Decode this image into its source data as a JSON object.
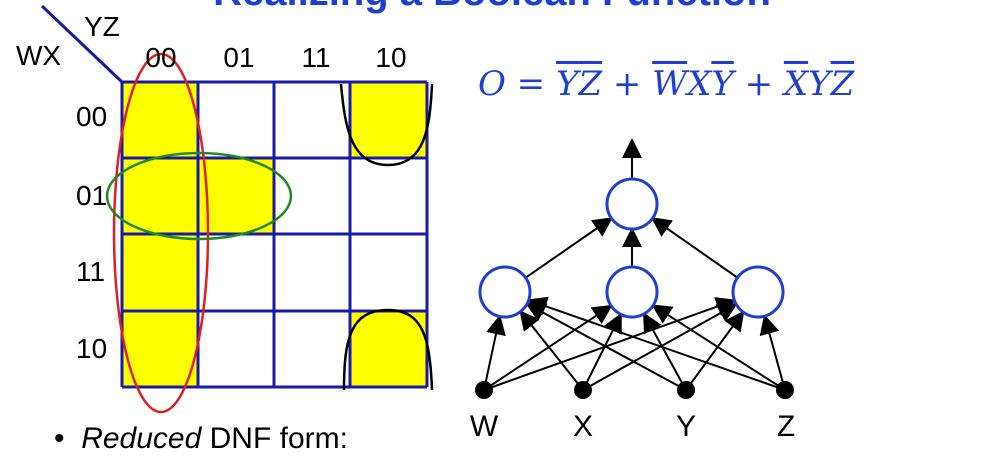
{
  "title": "Realizing a Boolean Function",
  "kmap": {
    "col_var": "YZ",
    "row_var": "WX",
    "col_labels": [
      "00",
      "01",
      "11",
      "10"
    ],
    "row_labels": [
      "00",
      "01",
      "11",
      "10"
    ],
    "filled_cells": [
      [
        0,
        0
      ],
      [
        0,
        3
      ],
      [
        1,
        0
      ],
      [
        1,
        1
      ],
      [
        2,
        0
      ],
      [
        3,
        0
      ],
      [
        3,
        3
      ]
    ],
    "fill_color": "#ffff00",
    "grid_color": "#1a1aa6",
    "group_colors": {
      "column": "#e02020",
      "pair": "#1e8a1e",
      "corners": "#000000"
    }
  },
  "formula": {
    "lhs": "O",
    "terms": [
      {
        "parts": [
          {
            "text": "Y",
            "bar": true
          },
          {
            "text": "Z",
            "bar": true
          }
        ]
      },
      {
        "parts": [
          {
            "text": "W",
            "bar": true
          },
          {
            "text": "X",
            "bar": false
          },
          {
            "text": "Y",
            "bar": true
          }
        ]
      },
      {
        "parts": [
          {
            "text": "X",
            "bar": true
          },
          {
            "text": "Y",
            "bar": false
          },
          {
            "text": "Z",
            "bar": true
          }
        ]
      }
    ],
    "color": "#1f3fd0"
  },
  "network": {
    "inputs": [
      "W",
      "X",
      "Y",
      "Z"
    ],
    "hidden_count": 3,
    "output_count": 1,
    "node_color": "#1f3fd0"
  },
  "bullet": {
    "italic": "Reduced",
    "rest": " DNF form:"
  }
}
